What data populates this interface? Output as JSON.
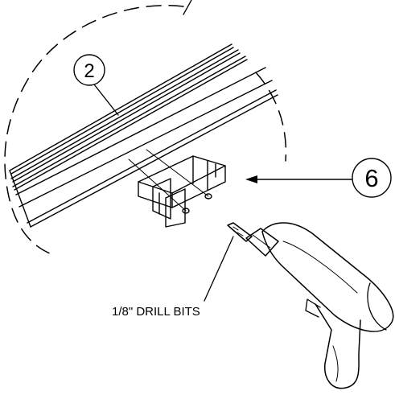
{
  "callouts": {
    "part_rail": "2",
    "part_bracket": "6"
  },
  "labels": {
    "drill_bits": "1/8\" DRILL BITS"
  },
  "colors": {
    "line": "#000000",
    "background": "#ffffff"
  }
}
